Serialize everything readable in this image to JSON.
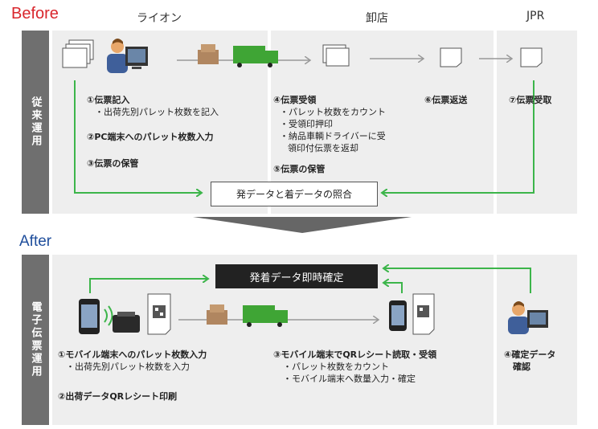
{
  "before": {
    "title": "Before",
    "columns": [
      "ライオン",
      "卸店",
      "JPR"
    ],
    "side_label": "従来運用",
    "steps": {
      "s1": "①伝票記入",
      "s1_sub": "・出荷先別パレット枚数を記入",
      "s2": "②PC端末へのパレット枚数入力",
      "s3": "③伝票の保管",
      "s4": "④伝票受領",
      "s4_sub1": "・パレット枚数をカウント",
      "s4_sub2": "・受領印押印",
      "s4_sub3": "・納品車輌ドライバーに受",
      "s4_sub4": "領印付伝票を返却",
      "s5": "⑤伝票の保管",
      "s6": "⑥伝票返送",
      "s7": "⑦伝票受取"
    },
    "center_box": "発データと着データの照合"
  },
  "after": {
    "title": "After",
    "side_label": "電子伝票運用",
    "top_box": "発着データ即時確定",
    "steps": {
      "s1": "①モバイル端末へのパレット枚数入力",
      "s1_sub": "・出荷先別パレット枚数を入力",
      "s2": "②出荷データQRレシート印刷",
      "s3": "③モバイル端末でQRレシート読取・受領",
      "s3_sub1": "・パレット枚数をカウント",
      "s3_sub2": "・モバイル端末へ数量入力・確定",
      "s4": "④確定データ",
      "s4_b": "確認"
    }
  },
  "colors": {
    "before_title": "#d9262c",
    "after_title": "#1f4e9c",
    "green_arrow": "#3cb54a",
    "truck": "#3fa535",
    "panel": "#eeeeee",
    "side": "#6f6f6f"
  },
  "icons": [
    "document-stack-icon",
    "person-at-computer-icon",
    "truck-icon",
    "document-icon",
    "mobile-phone-icon",
    "receipt-printer-icon",
    "qr-receipt-icon"
  ]
}
